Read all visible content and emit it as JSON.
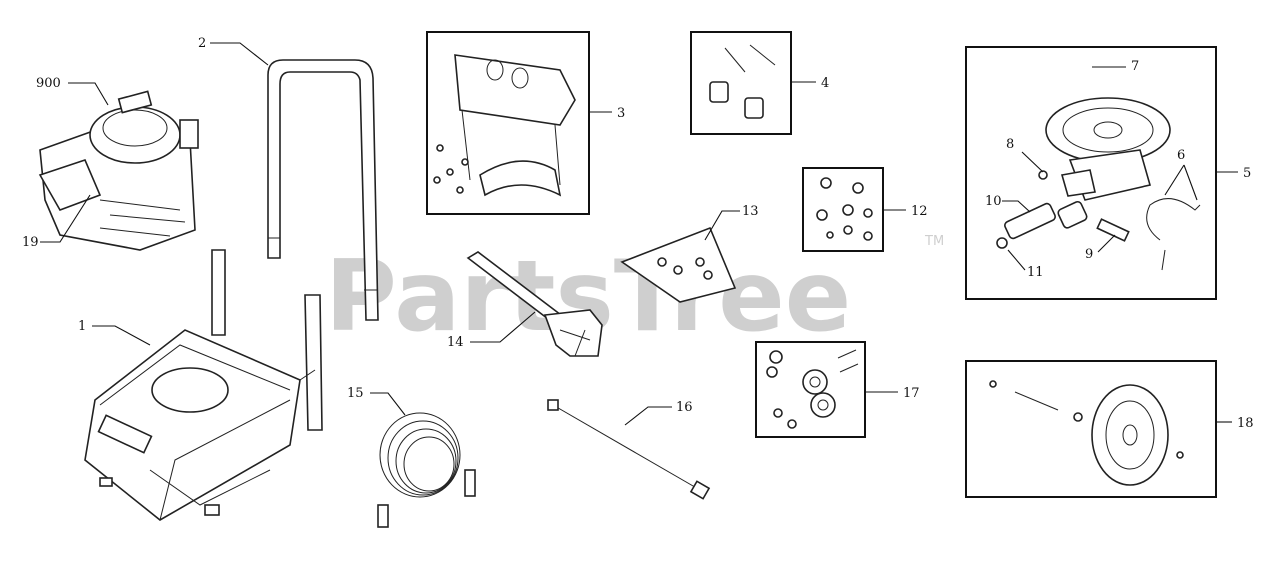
{
  "watermark": {
    "text": "PartsTree",
    "trademark": "TM"
  },
  "callouts": {
    "c1": "1",
    "c2": "2",
    "c3": "3",
    "c4": "4",
    "c5": "5",
    "c6": "6",
    "c7": "7",
    "c8": "8",
    "c9": "9",
    "c10": "10",
    "c11": "11",
    "c12": "12",
    "c13": "13",
    "c14": "14",
    "c15": "15",
    "c16": "16",
    "c17": "17",
    "c18": "18",
    "c19": "19",
    "c900": "900"
  },
  "colors": {
    "lines": "#111111",
    "watermark": "#cfcfcf",
    "background": "#ffffff"
  }
}
